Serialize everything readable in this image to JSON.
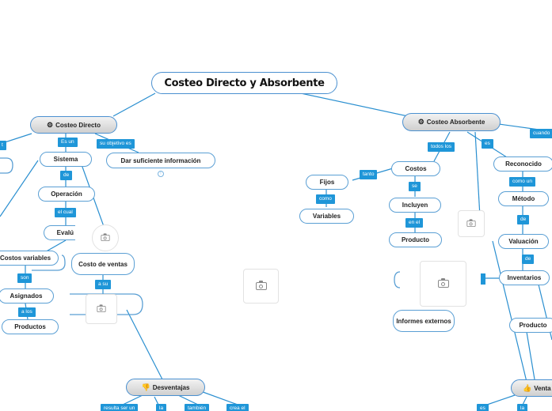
{
  "map": {
    "title": "Costeo Directo y Absorbente",
    "directo": {
      "title": "Costeo Directo",
      "es_un": "Es un",
      "sistema": "Sistema",
      "de": "de",
      "operacion": "Operación",
      "el_cual": "el cual",
      "evalua": "Evalú",
      "objetivo_label": "su objetivo es",
      "objetivo": "Dar suficiente información",
      "costos_variables": "Costos variables",
      "son": "son",
      "asignados": "Asignados",
      "a_los": "a los",
      "productos": "Productos",
      "costo_ventas": "Costo de ventas",
      "a_su": "a su",
      "left_label": "t"
    },
    "desventajas": {
      "title": "Desventajas",
      "icon": "thumbs-down-icon",
      "labels": [
        "resulta ser un",
        "la",
        "también",
        "crea el"
      ]
    },
    "absorbente": {
      "title": "Costeo Absorbente",
      "todos_los": "todos los",
      "costos": "Costos",
      "tanto": "tanto",
      "fijos": "Fijos",
      "como": "como",
      "variables": "Variables",
      "se": "se",
      "incluyen": "Incluyen",
      "en_el": "en el",
      "producto": "Producto",
      "es": "es",
      "reconocido": "Reconocido",
      "como_un": "como un",
      "metodo": "Método",
      "de1": "de",
      "valuacion": "Valuación",
      "de2": "de",
      "inventarios": "Inventarios",
      "producto2": "Producto",
      "cuando": "cuando",
      "informes": "Informes externos"
    },
    "ventajas": {
      "title": "Venta",
      "icon": "thumbs-up-icon",
      "labels": [
        "es",
        "la"
      ]
    }
  }
}
